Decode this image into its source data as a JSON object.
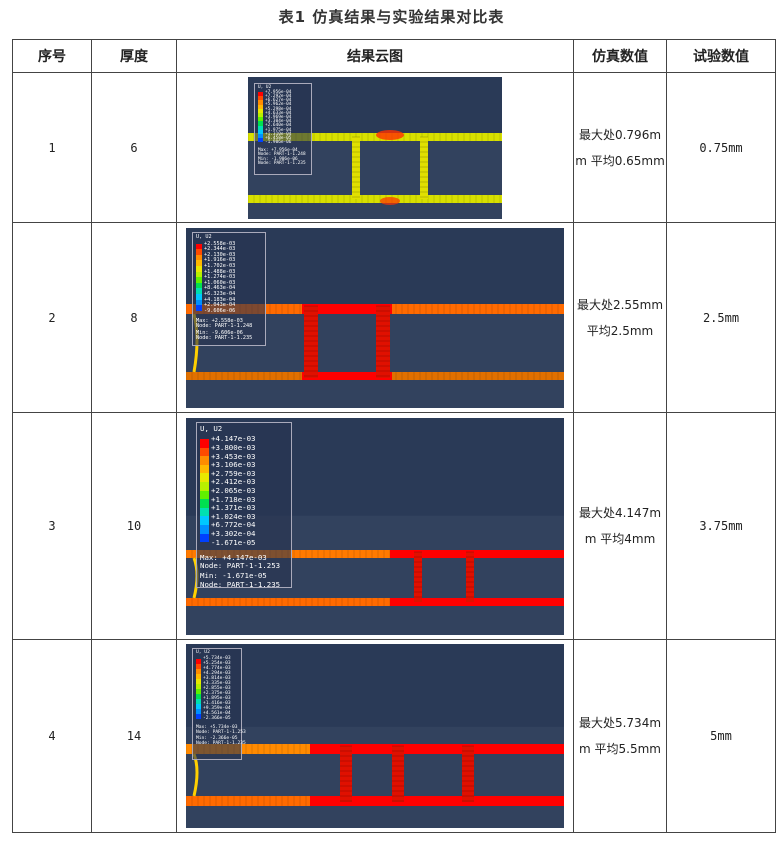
{
  "caption": "表1 仿真结果与实验结果对比表",
  "headers": [
    "序号",
    "厚度",
    "结果云图",
    "仿真数值",
    "试验数值"
  ],
  "rows": [
    {
      "index": "1",
      "thickness": "6",
      "sim_value": "最大处0.796mm 平均0.65mm",
      "exp_value": "0.75mm",
      "legend": {
        "title": "U, U2",
        "levels": [
          "+7.956e-04",
          "+7.292e-04",
          "+6.627e-04",
          "+5.962e-04",
          "+5.298e-04",
          "+4.633e-04",
          "+3.969e-04",
          "+3.304e-04",
          "+2.640e-04",
          "+1.975e-04",
          "+1.310e-04",
          "+6.458e-05",
          "-1.906e-06"
        ],
        "max_line": "Max: +7.956e-04",
        "max_node": "Node: PART-1-1.248",
        "min_line": "Min: -1.906e-06",
        "min_node": "Node: PART-1-1.235"
      }
    },
    {
      "index": "2",
      "thickness": "8",
      "sim_value": "最大处2.55mm 平均2.5mm",
      "exp_value": "2.5mm",
      "legend": {
        "title": "U, U2",
        "levels": [
          "+2.558e-03",
          "+2.344e-03",
          "+2.130e-03",
          "+1.916e-03",
          "+1.702e-03",
          "+1.488e-03",
          "+1.274e-03",
          "+1.060e-03",
          "+8.463e-04",
          "+6.323e-04",
          "+4.183e-04",
          "+2.043e-04",
          "-9.606e-06"
        ],
        "max_line": "Max: +2.558e-03",
        "max_node": "Node: PART-1-1.248",
        "min_line": "Min: -9.606e-06",
        "min_node": "Node: PART-1-1.235"
      }
    },
    {
      "index": "3",
      "thickness": "10",
      "sim_value": "最大处4.147mm 平均4mm",
      "exp_value": "3.75mm",
      "legend": {
        "title": "U, U2",
        "levels": [
          "+4.147e-03",
          "+3.800e-03",
          "+3.453e-03",
          "+3.106e-03",
          "+2.759e-03",
          "+2.412e-03",
          "+2.065e-03",
          "+1.718e-03",
          "+1.371e-03",
          "+1.024e-03",
          "+6.772e-04",
          "+3.302e-04",
          "-1.671e-05"
        ],
        "max_line": "Max: +4.147e-03",
        "max_node": "Node: PART-1-1.253",
        "min_line": "Min: -1.671e-05",
        "min_node": "Node: PART-1-1.235"
      }
    },
    {
      "index": "4",
      "thickness": "14",
      "sim_value": "最大处5.734mm 平均5.5mm",
      "exp_value": "5mm",
      "legend": {
        "title": "U, U2",
        "levels": [
          "+5.734e-03",
          "+5.254e-03",
          "+4.774e-03",
          "+4.294e-03",
          "+3.814e-03",
          "+3.335e-03",
          "+2.855e-03",
          "+2.375e-03",
          "+1.895e-03",
          "+1.416e-03",
          "+9.359e-04",
          "+4.561e-04",
          "-2.366e-05"
        ],
        "max_line": "Max: +5.734e-03",
        "max_node": "Node: PART-1-1.253",
        "min_line": "Min: -2.366e-05",
        "min_node": "Node: PART-1-1.235"
      }
    }
  ],
  "colors": {
    "bg_dark": "#2a3a57",
    "bg_light": "#3a4a66",
    "levels": [
      "#ff0000",
      "#ff4a00",
      "#ff8c00",
      "#ffb800",
      "#e8e800",
      "#b8f000",
      "#60f000",
      "#00e050",
      "#00e0b0",
      "#00c8ff",
      "#0090ff",
      "#0040ff",
      "#0000e0"
    ]
  }
}
